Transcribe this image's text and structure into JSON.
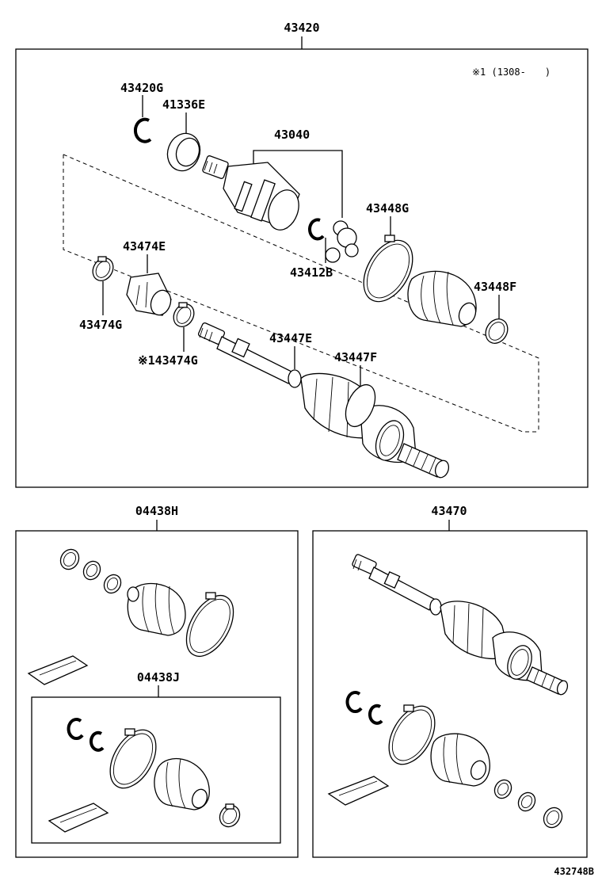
{
  "diagram": {
    "drawing_number": "432748B",
    "main_assembly": {
      "part_no": "43420",
      "note_mark": "※1 (1308-　　)",
      "parts": [
        {
          "key": "p43420g",
          "label": "43420G"
        },
        {
          "key": "p41336e",
          "label": "41336E"
        },
        {
          "key": "p43040",
          "label": "43040"
        },
        {
          "key": "p43448g",
          "label": "43448G"
        },
        {
          "key": "p43474e",
          "label": "43474E"
        },
        {
          "key": "p43412b",
          "label": "43412B"
        },
        {
          "key": "p43448f",
          "label": "43448F"
        },
        {
          "key": "p43474g",
          "label": "43474G"
        },
        {
          "key": "p43474g_note",
          "label": "※143474G"
        },
        {
          "key": "p43447e",
          "label": "43447E"
        },
        {
          "key": "p43447f",
          "label": "43447F"
        }
      ]
    },
    "boot_kit_outer": {
      "part_no": "04438H"
    },
    "boot_kit_inner": {
      "part_no": "04438J"
    },
    "shaft_assembly": {
      "part_no": "43470"
    }
  }
}
